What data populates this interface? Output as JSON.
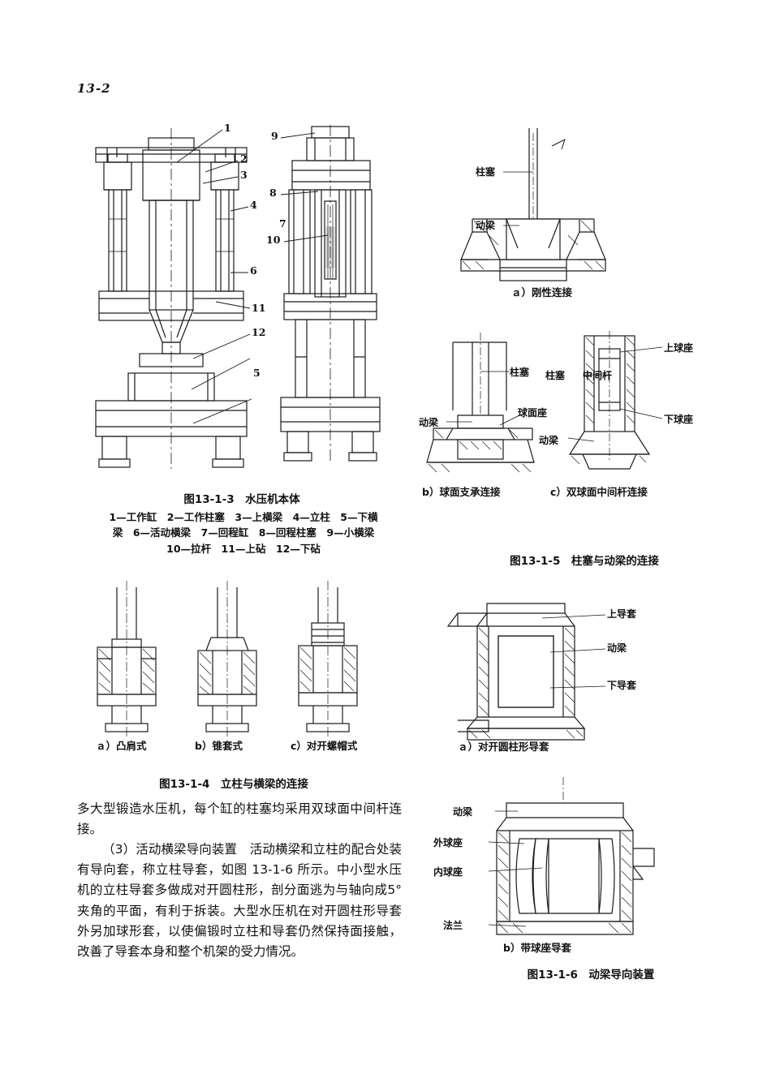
{
  "page": {
    "number": "13-2"
  },
  "figures": {
    "fig_1_3": {
      "caption": "图13-1-3　水压机本体",
      "callouts": [
        "1",
        "2",
        "3",
        "4",
        "6",
        "11",
        "12",
        "5",
        "9",
        "8",
        "7",
        "10"
      ],
      "legend_lines": [
        "1—工作缸　2—工作柱塞　3—上横梁　4—立柱　5—下横",
        "梁　6—活动横梁　7—回程缸　8—回程柱塞　9—小横梁",
        "10—拉杆　11—上砧　12—下砧"
      ]
    },
    "fig_1_4": {
      "caption": "图13-1-4　立柱与横梁的连接",
      "subcaptions": [
        "ａ）凸肩式",
        "b）锥套式",
        "c）对开螺帽式"
      ]
    },
    "fig_1_5": {
      "caption": "图13-1-5　柱塞与动梁的连接",
      "subcaptions": [
        "ａ）刚性连接",
        "b）球面支承连接",
        "c）双球面中间杆连接"
      ],
      "labels_a": [
        "柱塞",
        "动梁"
      ],
      "labels_b": [
        "柱塞",
        "动梁",
        "球面座"
      ],
      "labels_c": [
        "柱塞",
        "中间杆",
        "动梁",
        "上球座",
        "下球座"
      ]
    },
    "fig_1_6": {
      "caption": "图13-1-6　动梁导向装置",
      "subcaptions": [
        "ａ）对开圆柱形导套",
        "b）带球座导套"
      ],
      "labels_a": [
        "上导套",
        "动梁",
        "下导套"
      ],
      "labels_b": [
        "动梁",
        "外球座",
        "内球座",
        "法兰"
      ]
    }
  },
  "body": {
    "para1": "多大型锻造水压机，每个缸的柱塞均采用双球面中间杆连接。",
    "para2": "（3）活动横梁导向装置　活动横梁和立柱的配合处装有导向套，称立柱导套，如图 13-1-6 所示。中小型水压机的立柱导套多做成对开圆柱形，剖分面逃为与轴向成5°夹角的平面，有利于拆装。大型水压机在对开圆柱形导套外另加球形套，以使偏锻时立柱和导套仍然保持面接触，改善了导套本身和整个机架的受力情况。"
  }
}
